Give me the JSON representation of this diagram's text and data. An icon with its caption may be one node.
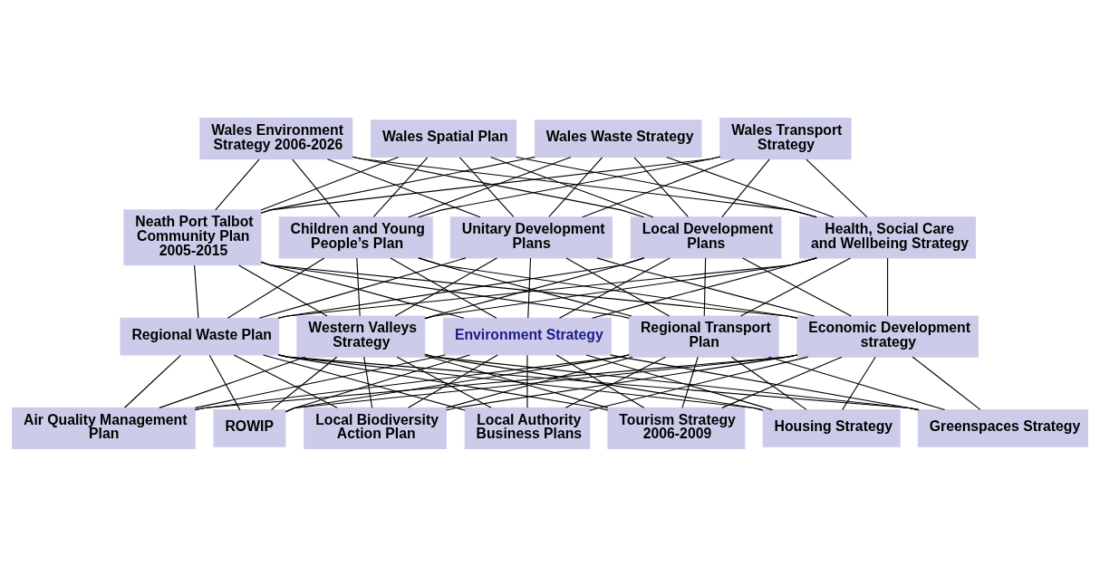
{
  "diagram": {
    "nodes": [
      {
        "text": [
          "Wales Environment Strategy 2006-2026"
        ]
      },
      {
        "text": [
          "Wales Spatial Plan"
        ]
      },
      {
        "text": [
          "Wales Waste Strategy"
        ]
      },
      {
        "text": [
          "Wales Transport Strategy"
        ]
      },
      {
        "text": [
          "Neath Port Talbot Community Plan 2005-2015"
        ]
      },
      {
        "text": [
          "Children and Young People’s Plan"
        ]
      },
      {
        "text": [
          "Unitary Development Plans"
        ]
      },
      {
        "text": [
          "Local Development Plans"
        ]
      },
      {
        "text": [
          "Health, Social Care and Wellbeing Strategy"
        ]
      },
      {
        "text": [
          "Regional Waste Plan"
        ]
      },
      {
        "text": [
          "Western Valleys Strategy"
        ]
      },
      {
        "text": [
          "Environment Strategy"
        ]
      },
      {
        "text": [
          "Regional Transport Plan"
        ]
      },
      {
        "text": [
          "Economic Development strategy"
        ]
      },
      {
        "text": [
          "Air Quality Management Plan"
        ]
      },
      {
        "text": [
          "ROWIP"
        ]
      },
      {
        "text": [
          "Local Biodiversity Action Plan"
        ]
      },
      {
        "text": [
          "Local Authority Business Plans"
        ]
      },
      {
        "text": [
          "Tourism Strategy 2006-2009"
        ]
      },
      {
        "text": [
          "Housing Strategy"
        ]
      },
      {
        "text": [
          "Greenspaces Strategy"
        ]
      }
    ],
    "edges": [
      {
        "from": 0,
        "to": 4,
        "arrow": "none"
      },
      {
        "from": 0,
        "to": 5,
        "arrow": "none"
      },
      {
        "from": 0,
        "to": 6,
        "arrow": "none"
      },
      {
        "from": 0,
        "to": 7,
        "arrow": "none"
      },
      {
        "from": 0,
        "to": 8,
        "arrow": "none"
      },
      {
        "from": 1,
        "to": 4,
        "arrow": "none"
      },
      {
        "from": 1,
        "to": 5,
        "arrow": "none"
      },
      {
        "from": 1,
        "to": 6,
        "arrow": "none"
      },
      {
        "from": 1,
        "to": 7,
        "arrow": "none"
      },
      {
        "from": 1,
        "to": 8,
        "arrow": "none"
      },
      {
        "from": 2,
        "to": 4,
        "arrow": "none"
      },
      {
        "from": 2,
        "to": 5,
        "arrow": "none"
      },
      {
        "from": 2,
        "to": 6,
        "arrow": "none"
      },
      {
        "from": 2,
        "to": 7,
        "arrow": "none"
      },
      {
        "from": 2,
        "to": 8,
        "arrow": "none"
      },
      {
        "from": 3,
        "to": 4,
        "arrow": "none"
      },
      {
        "from": 3,
        "to": 5,
        "arrow": "none"
      },
      {
        "from": 3,
        "to": 6,
        "arrow": "none"
      },
      {
        "from": 3,
        "to": 7,
        "arrow": "none"
      },
      {
        "from": 3,
        "to": 8,
        "arrow": "none"
      },
      {
        "from": 4,
        "to": 9,
        "arrow": "none"
      },
      {
        "from": 4,
        "to": 10,
        "arrow": "none"
      },
      {
        "from": 4,
        "to": 11,
        "arrow": "none"
      },
      {
        "from": 4,
        "to": 12,
        "arrow": "none"
      },
      {
        "from": 4,
        "to": 13,
        "arrow": "none"
      },
      {
        "from": 5,
        "to": 9,
        "arrow": "none"
      },
      {
        "from": 5,
        "to": 10,
        "arrow": "none"
      },
      {
        "from": 5,
        "to": 11,
        "arrow": "none"
      },
      {
        "from": 5,
        "to": 12,
        "arrow": "none"
      },
      {
        "from": 5,
        "to": 13,
        "arrow": "none"
      },
      {
        "from": 6,
        "to": 9,
        "arrow": "none"
      },
      {
        "from": 6,
        "to": 10,
        "arrow": "none"
      },
      {
        "from": 6,
        "to": 11,
        "arrow": "none"
      },
      {
        "from": 6,
        "to": 12,
        "arrow": "none"
      },
      {
        "from": 6,
        "to": 13,
        "arrow": "none"
      },
      {
        "from": 7,
        "to": 9,
        "arrow": "none"
      },
      {
        "from": 7,
        "to": 10,
        "arrow": "none"
      },
      {
        "from": 7,
        "to": 11,
        "arrow": "none"
      },
      {
        "from": 7,
        "to": 12,
        "arrow": "none"
      },
      {
        "from": 7,
        "to": 13,
        "arrow": "none"
      },
      {
        "from": 8,
        "to": 9,
        "arrow": "none"
      },
      {
        "from": 8,
        "to": 10,
        "arrow": "none"
      },
      {
        "from": 8,
        "to": 11,
        "arrow": "none"
      },
      {
        "from": 8,
        "to": 12,
        "arrow": "none"
      },
      {
        "from": 8,
        "to": 13,
        "arrow": "none"
      },
      {
        "from": 9,
        "to": 14,
        "arrow": "none"
      },
      {
        "from": 9,
        "to": 15,
        "arrow": "none"
      },
      {
        "from": 9,
        "to": 16,
        "arrow": "none"
      },
      {
        "from": 9,
        "to": 17,
        "arrow": "none"
      },
      {
        "from": 9,
        "to": 18,
        "arrow": "none"
      },
      {
        "from": 9,
        "to": 19,
        "arrow": "none"
      },
      {
        "from": 9,
        "to": 20,
        "arrow": "none"
      },
      {
        "from": 10,
        "to": 14,
        "arrow": "none"
      },
      {
        "from": 10,
        "to": 15,
        "arrow": "none"
      },
      {
        "from": 10,
        "to": 16,
        "arrow": "none"
      },
      {
        "from": 10,
        "to": 17,
        "arrow": "none"
      },
      {
        "from": 10,
        "to": 18,
        "arrow": "none"
      },
      {
        "from": 10,
        "to": 19,
        "arrow": "none"
      },
      {
        "from": 10,
        "to": 20,
        "arrow": "none"
      },
      {
        "from": 11,
        "to": 14,
        "arrow": "none"
      },
      {
        "from": 11,
        "to": 15,
        "arrow": "none"
      },
      {
        "from": 11,
        "to": 16,
        "arrow": "none"
      },
      {
        "from": 11,
        "to": 17,
        "arrow": "none"
      },
      {
        "from": 11,
        "to": 18,
        "arrow": "none"
      },
      {
        "from": 11,
        "to": 19,
        "arrow": "none"
      },
      {
        "from": 11,
        "to": 20,
        "arrow": "none"
      },
      {
        "from": 12,
        "to": 14,
        "arrow": "none"
      },
      {
        "from": 12,
        "to": 15,
        "arrow": "none"
      },
      {
        "from": 12,
        "to": 16,
        "arrow": "none"
      },
      {
        "from": 12,
        "to": 17,
        "arrow": "none"
      },
      {
        "from": 12,
        "to": 18,
        "arrow": "none"
      },
      {
        "from": 12,
        "to": 19,
        "arrow": "none"
      },
      {
        "from": 12,
        "to": 20,
        "arrow": "none"
      },
      {
        "from": 13,
        "to": 14,
        "arrow": "none"
      },
      {
        "from": 13,
        "to": 15,
        "arrow": "none"
      },
      {
        "from": 13,
        "to": 16,
        "arrow": "none"
      },
      {
        "from": 13,
        "to": 17,
        "arrow": "none"
      },
      {
        "from": 13,
        "to": 18,
        "arrow": "none"
      },
      {
        "from": 13,
        "to": 19,
        "arrow": "none"
      },
      {
        "from": 13,
        "to": 20,
        "arrow": "none"
      }
    ]
  }
}
